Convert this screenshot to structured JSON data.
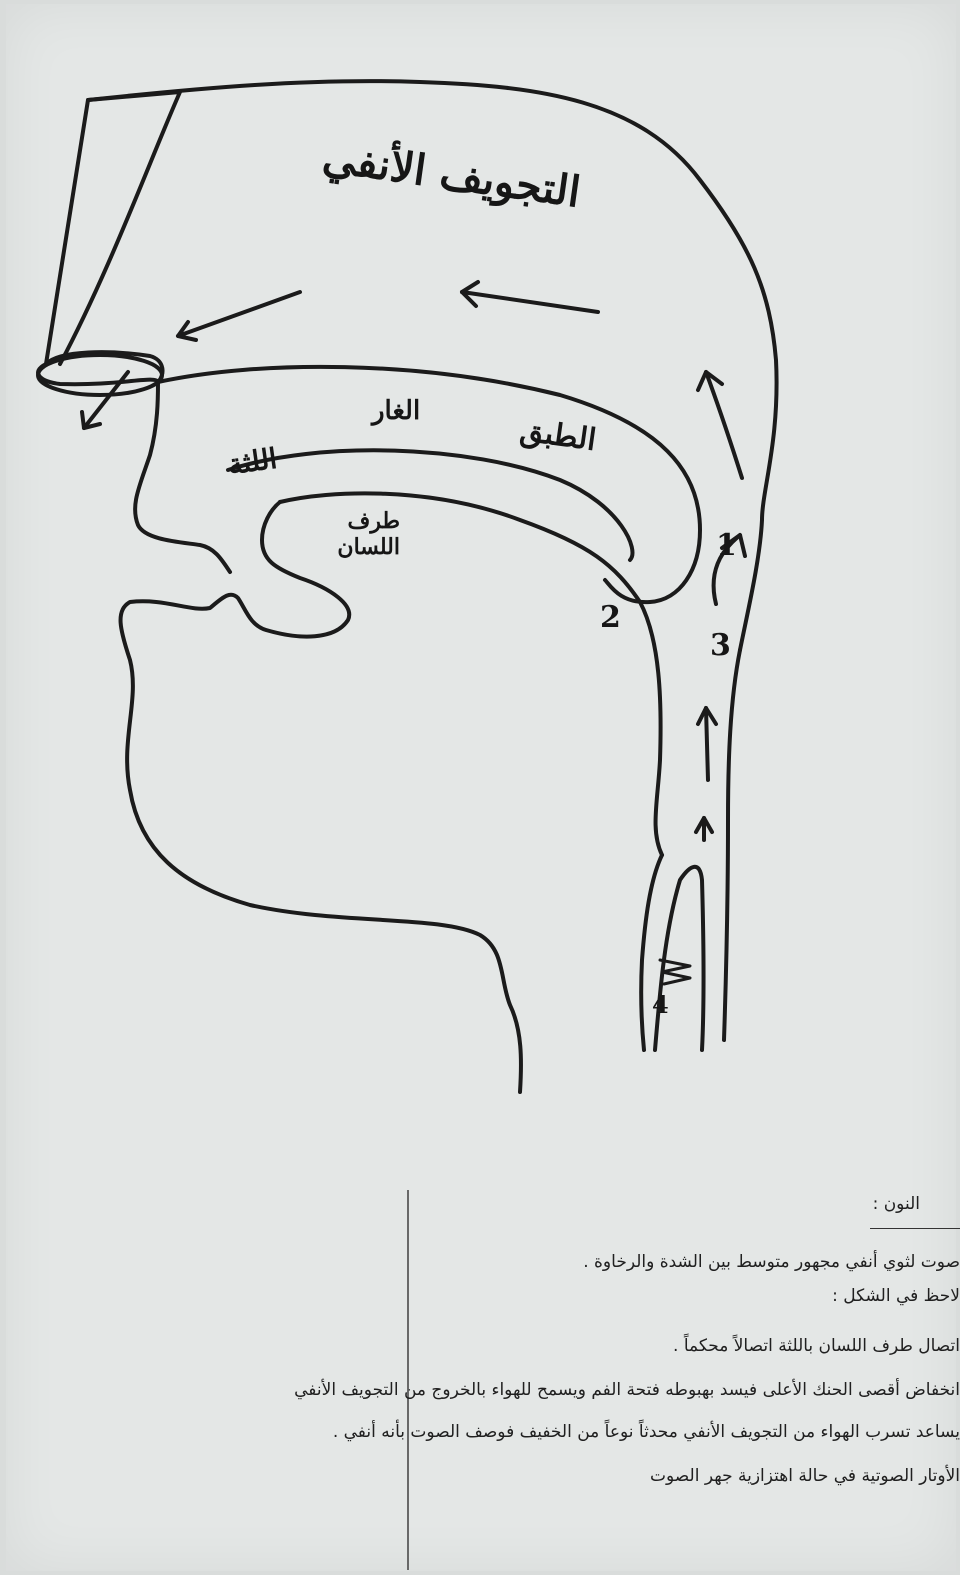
{
  "diagram": {
    "labels": {
      "nasal_cavity": "التجويف الأنفي",
      "hard_palate": "الغار",
      "soft_palate": "الطبق",
      "alveolar_ridge": "اللثة",
      "tongue_tip": "طرف اللسان",
      "num_1": "1",
      "num_2": "2",
      "num_3": "3",
      "num_4": "4"
    }
  },
  "caption": {
    "title": "النون :",
    "lines": [
      "صوت لثوي أنفي مجهور متوسط بين الشدة والرخاوة .",
      "لاحظ في الشكل :",
      "اتصال طرف اللسان باللثة اتصالاً محكماً .",
      "انخفاض أقصى الحنك الأعلى فيسد بهبوطه فتحة الفم ويسمح للهواء بالخروج من التجويف الأنفي",
      "يساعد تسرب الهواء من التجويف الأنفي محدثاً نوعاً من الخفيف فوصف الصوت بأنه أنفي .",
      "الأوتار الصوتية في حالة اهتزازية جهر الصوت"
    ]
  }
}
